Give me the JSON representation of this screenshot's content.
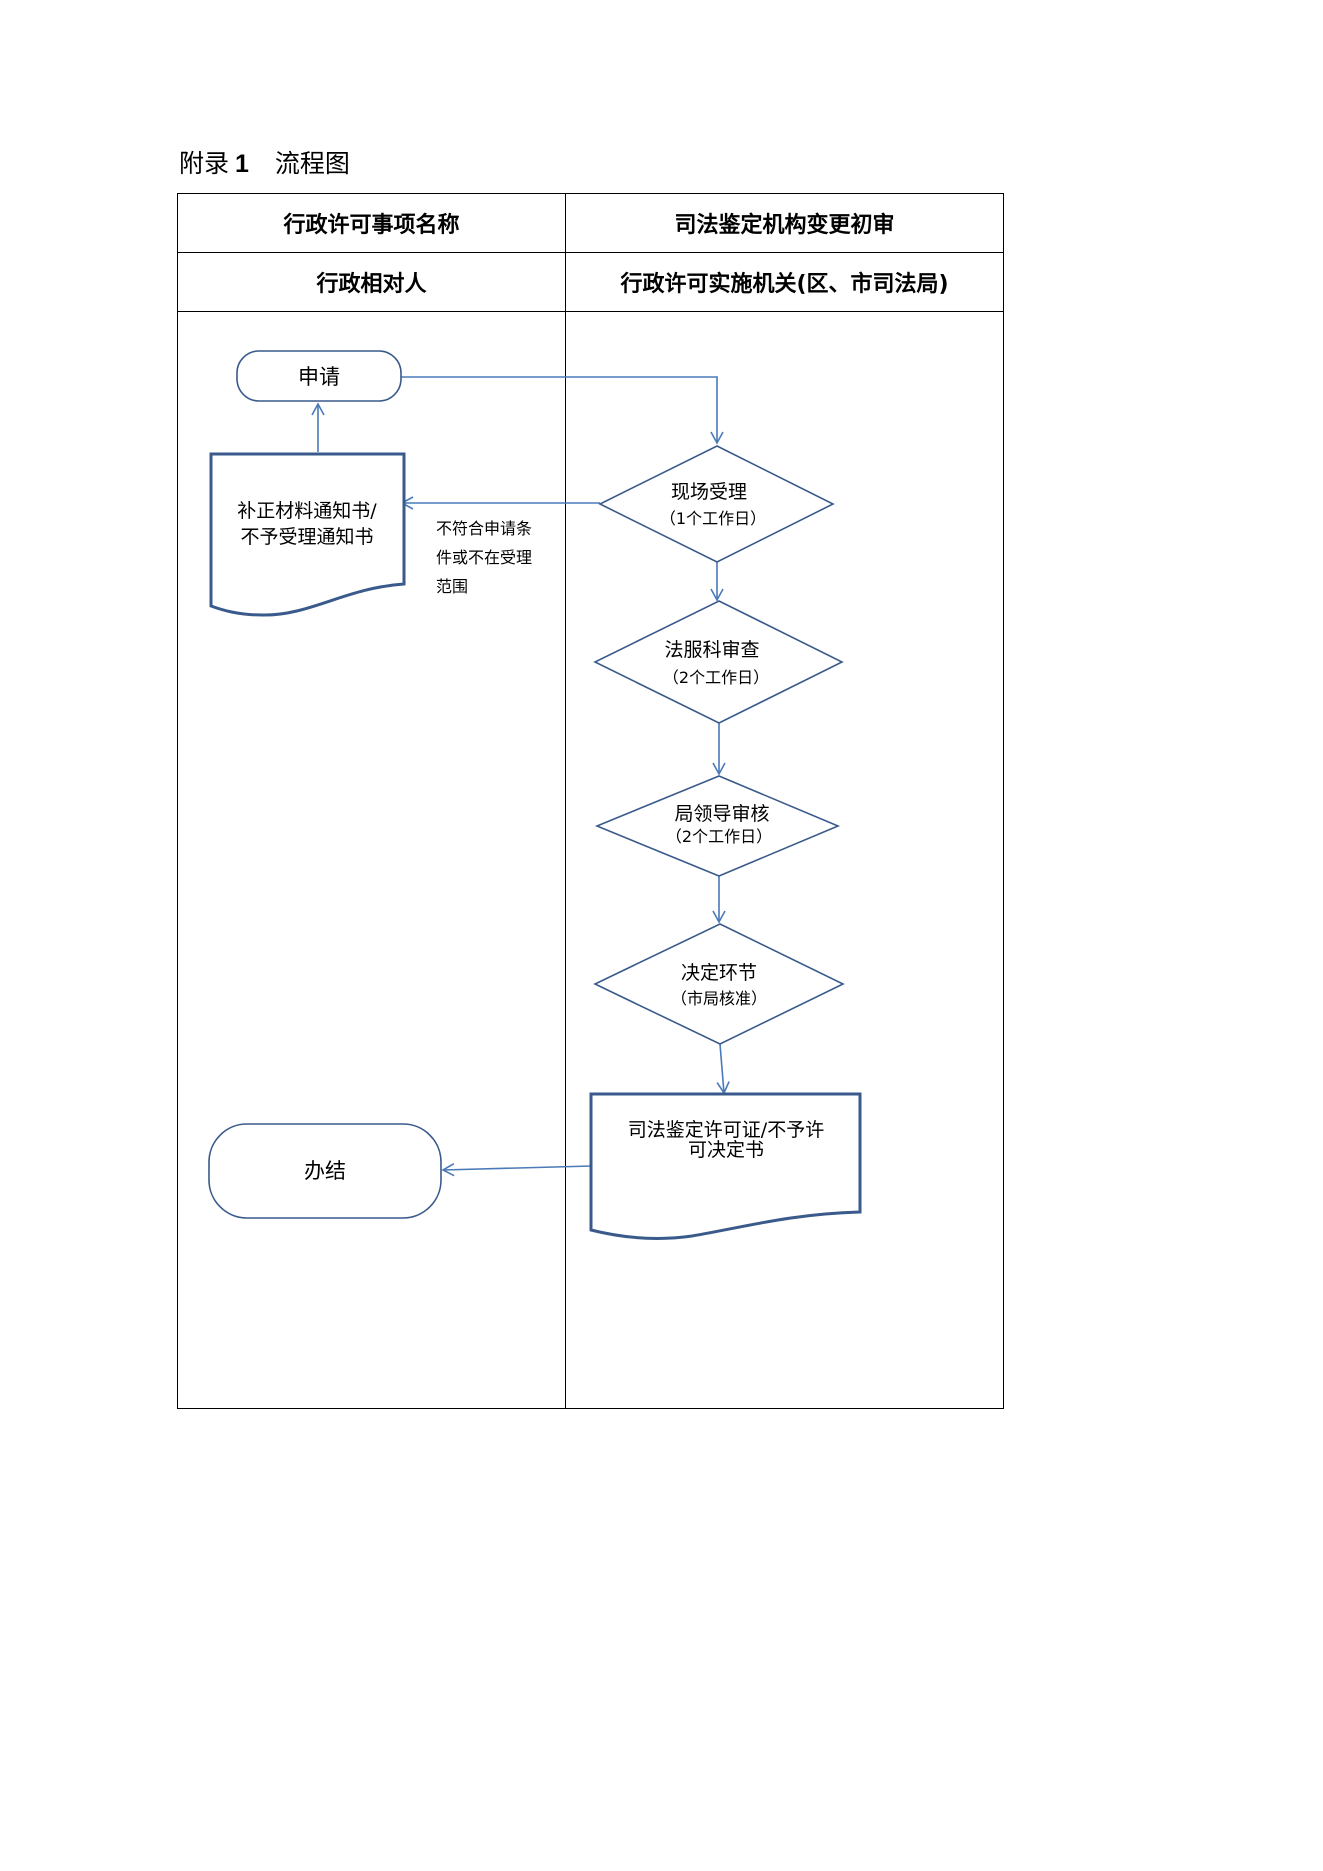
{
  "heading": {
    "prefix": "附录",
    "number": "1",
    "title": "流程图"
  },
  "table": {
    "row1": {
      "left": "行政许可事项名称",
      "right": "司法鉴定机构变更初审"
    },
    "row2": {
      "left": "行政相对人",
      "right": "行政许可实施机关(区、市司法局)"
    }
  },
  "flow": {
    "apply": "申请",
    "correction_doc": {
      "line1": "补正材料通知书/",
      "line2": "不予受理通知书"
    },
    "reject_note": {
      "line1": "不符合申请条",
      "line2": "件或不在受理",
      "line3": "范围"
    },
    "onsite": {
      "title": "现场受理",
      "duration": "（1个工作日）"
    },
    "legal_review": {
      "title": "法服科审查",
      "duration": "（2个工作日）"
    },
    "leader_review": {
      "title": "局领导审核",
      "duration": "（2个工作日）"
    },
    "decision": {
      "title": "决定环节",
      "note": "（市局核准）"
    },
    "license_doc": {
      "line1": "司法鉴定许可证/不予许",
      "line2": "可决定书"
    },
    "done": "办结"
  },
  "colors": {
    "stroke": "#3a5a8c",
    "arrow": "#4a7ab8"
  }
}
